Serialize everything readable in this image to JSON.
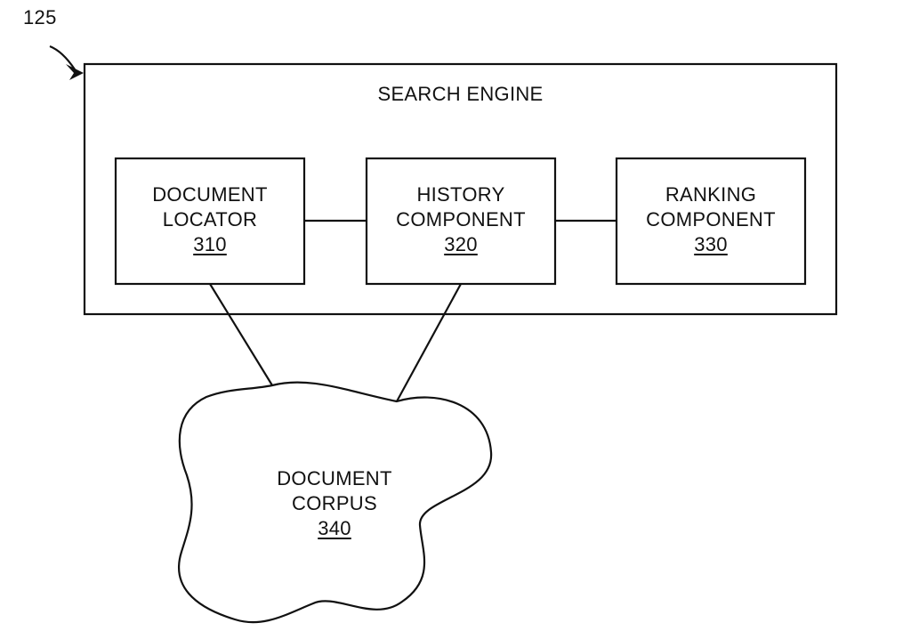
{
  "figure_ref": "125",
  "search_engine": {
    "title": "SEARCH ENGINE"
  },
  "components": [
    {
      "line1": "DOCUMENT",
      "line2": "LOCATOR",
      "ref": "310"
    },
    {
      "line1": "HISTORY",
      "line2": "COMPONENT",
      "ref": "320"
    },
    {
      "line1": "RANKING",
      "line2": "COMPONENT",
      "ref": "330"
    }
  ],
  "corpus": {
    "line1": "DOCUMENT",
    "line2": "CORPUS",
    "ref": "340"
  }
}
